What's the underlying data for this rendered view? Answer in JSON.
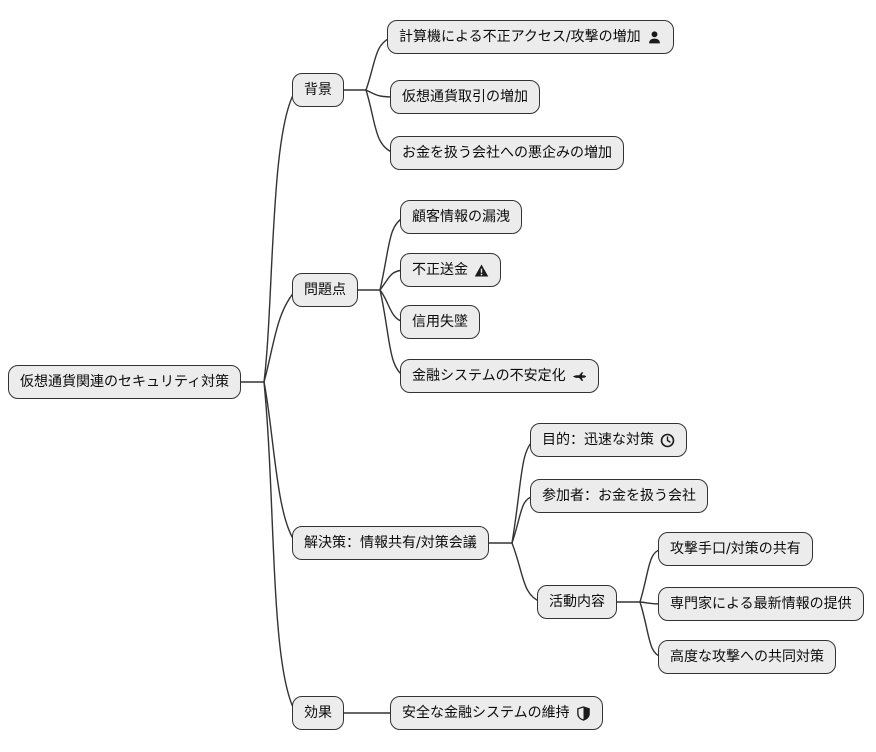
{
  "diagram": {
    "type": "mindmap",
    "background_color": "#ffffff",
    "node_fill": "#ececec",
    "node_border_color": "#333333",
    "edge_color": "#333333",
    "text_color": "#0b0b0b"
  },
  "tree": {
    "label": "仮想通貨関連のセキュリティ対策",
    "children": [
      {
        "label": "背景",
        "children": [
          {
            "label": "計算機による不正アクセス/攻撃の増加",
            "icon": "user-icon"
          },
          {
            "label": "仮想通貨取引の増加"
          },
          {
            "label": "お金を扱う会社への悪企みの増加"
          }
        ]
      },
      {
        "label": "問題点",
        "children": [
          {
            "label": "顧客情報の漏洩"
          },
          {
            "label": "不正送金",
            "icon": "warning-triangle-icon"
          },
          {
            "label": "信用失墜"
          },
          {
            "label": "金融システムの不安定化",
            "icon": "fighter-jet-icon"
          }
        ]
      },
      {
        "label": "解決策：情報共有/対策会議",
        "children": [
          {
            "label": "目的：迅速な対策",
            "icon": "clock-icon"
          },
          {
            "label": "参加者：お金を扱う会社"
          },
          {
            "label": "活動内容",
            "children": [
              {
                "label": "攻撃手口/対策の共有"
              },
              {
                "label": "専門家による最新情報の提供"
              },
              {
                "label": "高度な攻撃への共同対策"
              }
            ]
          }
        ]
      },
      {
        "label": "効果",
        "children": [
          {
            "label": "安全な金融システムの維持",
            "icon": "shield-half-icon"
          }
        ]
      }
    ]
  }
}
